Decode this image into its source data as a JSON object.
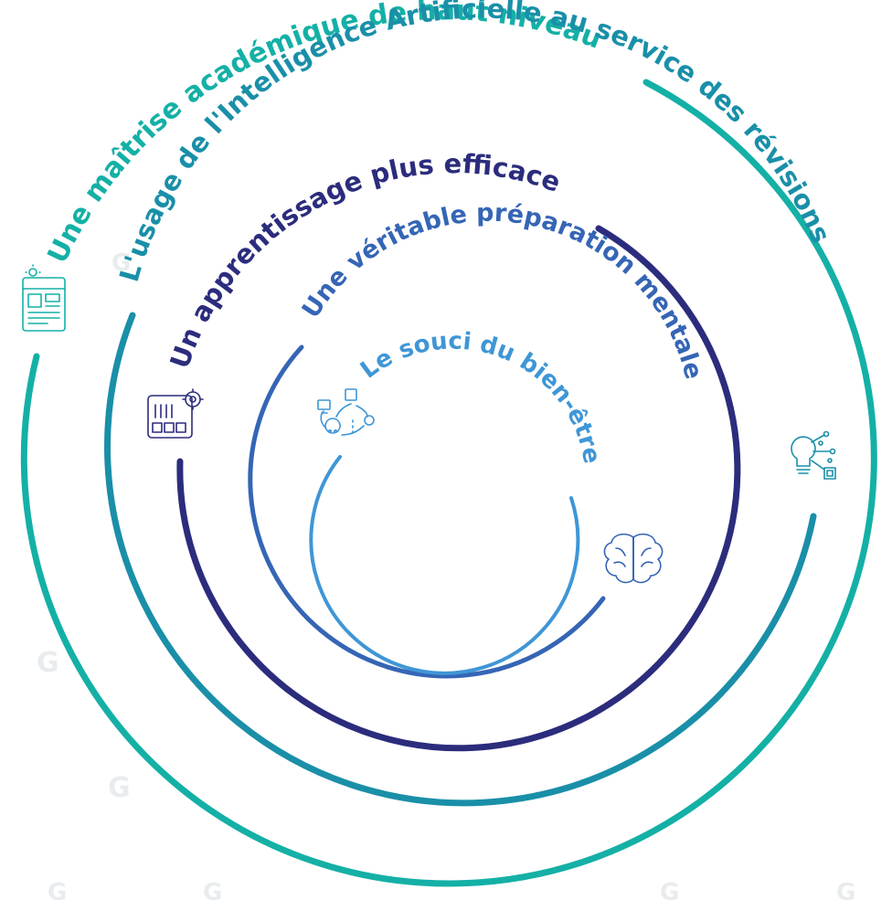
{
  "rings": [
    {
      "label": "Une maîtrise académique de haut niveau",
      "color": "#14b0a6",
      "icon": "study-dashboard-icon"
    },
    {
      "label": "L'usage de l'Intelligence Artificielle au service des révisions",
      "color": "#1a8fa8",
      "icon": "ai-lightbulb-circuit-icon"
    },
    {
      "label": "Un apprentissage plus efficace",
      "color": "#2c2c7d",
      "icon": "learning-board-gear-icon"
    },
    {
      "label": "Une véritable préparation mentale",
      "color": "#3565b5",
      "icon": "brain-icon"
    },
    {
      "label": "Le souci du bien-être",
      "color": "#3f96d6",
      "icon": "wellbeing-network-icon"
    }
  ],
  "watermark": {
    "glyph": "G"
  }
}
